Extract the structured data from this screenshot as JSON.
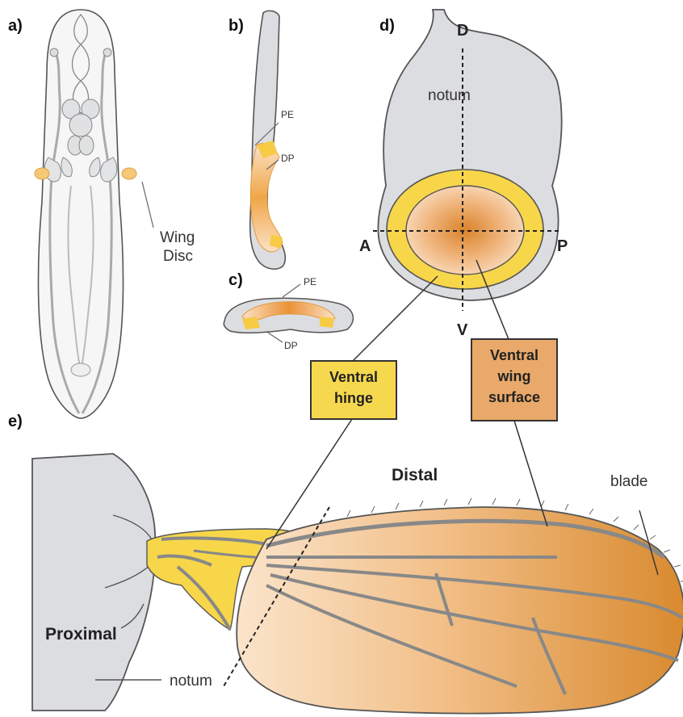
{
  "panels": {
    "a": "a)",
    "b": "b)",
    "c": "c)",
    "d": "d)",
    "e": "e)"
  },
  "panel_a": {
    "label_line1": "Wing",
    "label_line2": "Disc"
  },
  "panel_b": {
    "pe": "PE",
    "dp": "DP"
  },
  "panel_c": {
    "pe": "PE",
    "dp": "DP"
  },
  "panel_d": {
    "top": "D",
    "bottom": "V",
    "left": "A",
    "right": "P",
    "notum": "notum"
  },
  "callouts": {
    "hinge": {
      "line1": "Ventral",
      "line2": "hinge"
    },
    "surface": {
      "line1": "Ventral",
      "line2": "wing",
      "line3": "surface"
    }
  },
  "panel_e": {
    "distal": "Distal",
    "blade": "blade",
    "proximal": "Proximal",
    "notum": "notum"
  },
  "colors": {
    "grey_fill": "#dcdde0",
    "outline": "#444444",
    "yellow": "#f7d64a",
    "orange_dark": "#d9892b",
    "orange_light": "#f8d6b0",
    "callout_hinge": "#f6d84e",
    "callout_surface": "#e9a96a"
  }
}
